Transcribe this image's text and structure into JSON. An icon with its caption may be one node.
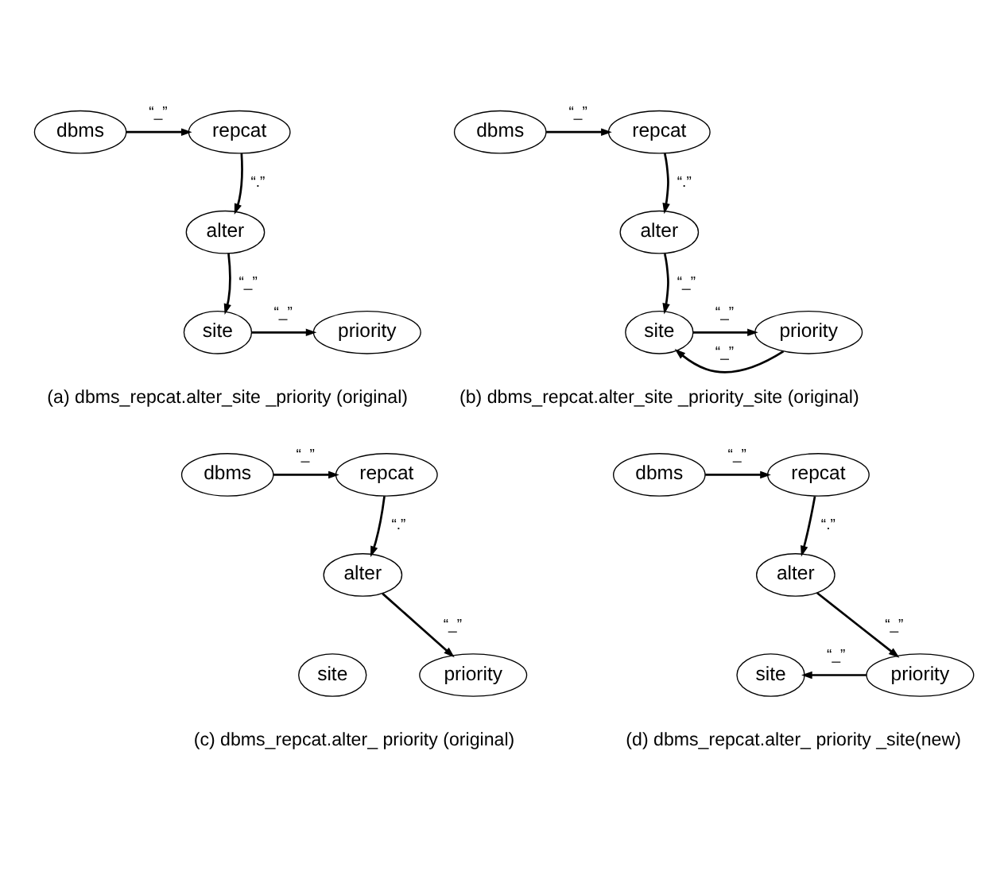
{
  "diagram": {
    "nodes": [
      {
        "text": [
          "dbms"
        ]
      },
      {
        "text": [
          "repcat"
        ]
      },
      {
        "text": [
          "alter"
        ]
      },
      {
        "text": [
          "site"
        ]
      },
      {
        "text": [
          "priority"
        ]
      },
      {
        "text": [
          "dbms"
        ]
      },
      {
        "text": [
          "repcat"
        ]
      },
      {
        "text": [
          "alter"
        ]
      },
      {
        "text": [
          "site"
        ]
      },
      {
        "text": [
          "priority"
        ]
      },
      {
        "text": [
          "dbms"
        ]
      },
      {
        "text": [
          "repcat"
        ]
      },
      {
        "text": [
          "alter"
        ]
      },
      {
        "text": [
          "site"
        ]
      },
      {
        "text": [
          "priority"
        ]
      },
      {
        "text": [
          "dbms"
        ]
      },
      {
        "text": [
          "repcat"
        ]
      },
      {
        "text": [
          "alter"
        ]
      },
      {
        "text": [
          "site"
        ]
      },
      {
        "text": [
          "priority"
        ]
      }
    ],
    "edges": [
      {
        "from": 0,
        "to": 1,
        "arrow": "to",
        "label": "“_”"
      },
      {
        "from": 1,
        "to": 2,
        "arrow": "to",
        "label": "“.”"
      },
      {
        "from": 2,
        "to": 3,
        "arrow": "to",
        "label": "“_”"
      },
      {
        "from": 3,
        "to": 4,
        "arrow": "to",
        "label": "“_”"
      },
      {
        "from": 5,
        "to": 6,
        "arrow": "to",
        "label": "“_”"
      },
      {
        "from": 6,
        "to": 7,
        "arrow": "to",
        "label": "“.”"
      },
      {
        "from": 7,
        "to": 8,
        "arrow": "to",
        "label": "“_”"
      },
      {
        "from": 8,
        "to": 9,
        "arrow": "to",
        "label": "“_”"
      },
      {
        "from": 9,
        "to": 8,
        "arrow": "to",
        "label": "“_”"
      },
      {
        "from": 10,
        "to": 11,
        "arrow": "to",
        "label": "“_”"
      },
      {
        "from": 11,
        "to": 12,
        "arrow": "to",
        "label": "“.”"
      },
      {
        "from": 12,
        "to": 14,
        "arrow": "to",
        "label": "“_”"
      },
      {
        "from": 15,
        "to": 16,
        "arrow": "to",
        "label": "“_”"
      },
      {
        "from": 16,
        "to": 17,
        "arrow": "to",
        "label": "“.”"
      },
      {
        "from": 17,
        "to": 19,
        "arrow": "to",
        "label": "“_”"
      },
      {
        "from": 19,
        "to": 18,
        "arrow": "to",
        "label": "“_”"
      }
    ],
    "labels": [
      "(a) dbms_repcat.alter_site _priority (original)",
      "(b) dbms_repcat.alter_site _priority_site (original)",
      "(c) dbms_repcat.alter_ priority (original)",
      "(d) dbms_repcat.alter_ priority _site(new)"
    ]
  }
}
